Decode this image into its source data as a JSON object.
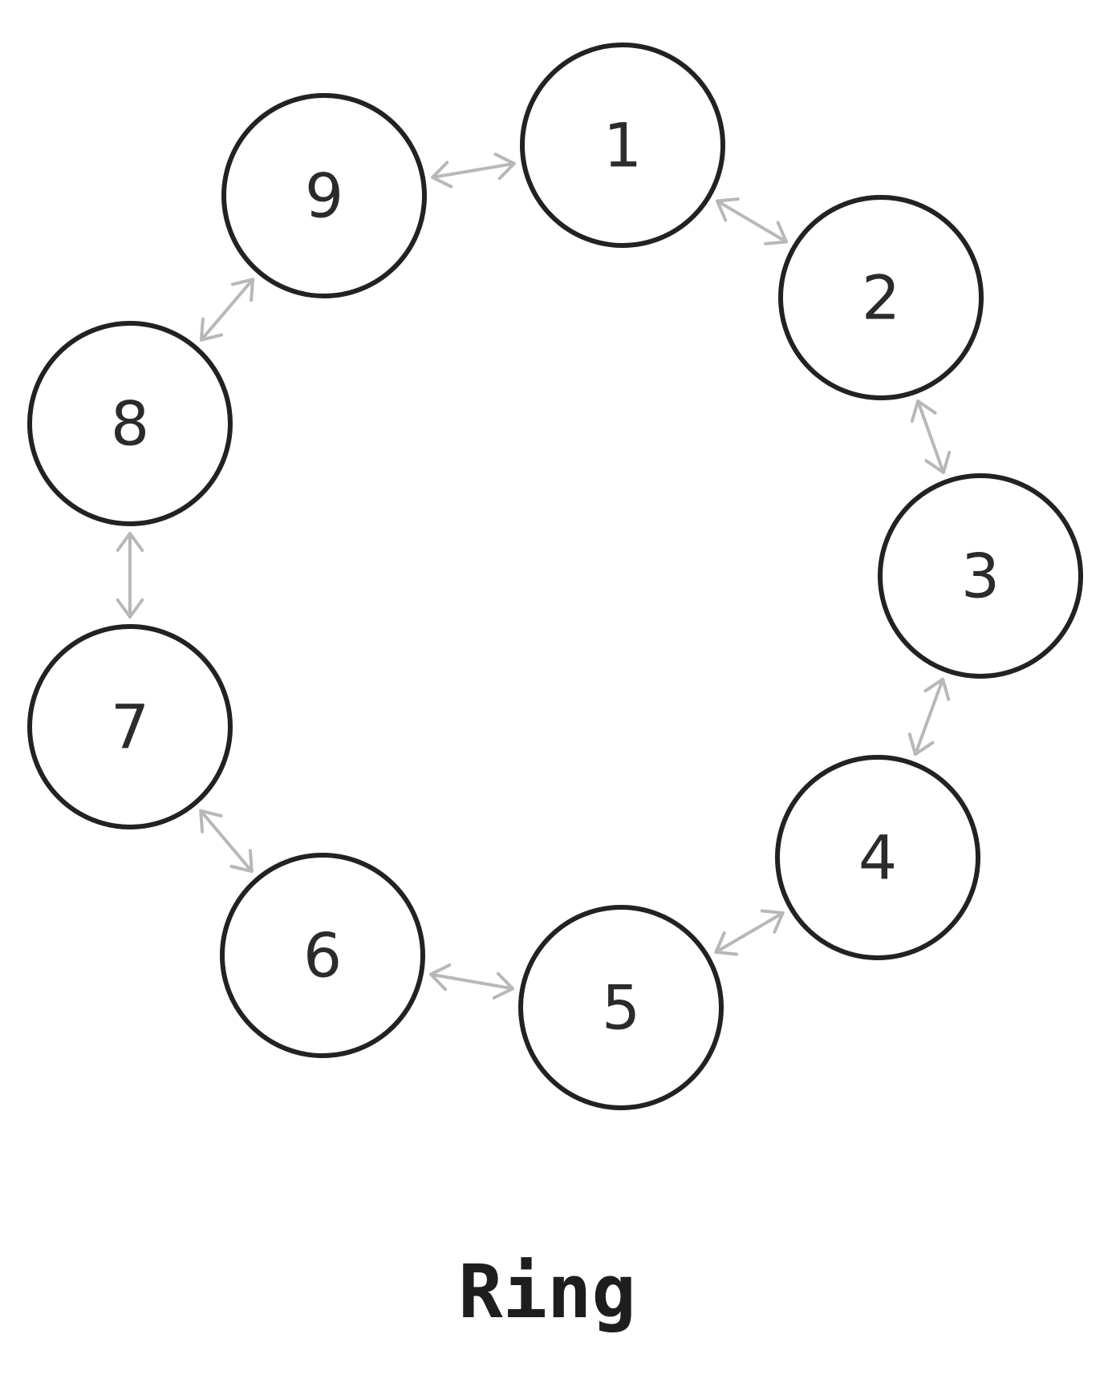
{
  "title": "Ring",
  "nodes": [
    "1",
    "2",
    "3",
    "4",
    "5",
    "6",
    "7",
    "8",
    "9"
  ],
  "edges": [
    {
      "from": "1",
      "to": "2",
      "bidirectional": true
    },
    {
      "from": "2",
      "to": "3",
      "bidirectional": true
    },
    {
      "from": "3",
      "to": "4",
      "bidirectional": true
    },
    {
      "from": "4",
      "to": "5",
      "bidirectional": true
    },
    {
      "from": "5",
      "to": "6",
      "bidirectional": true
    },
    {
      "from": "6",
      "to": "7",
      "bidirectional": true
    },
    {
      "from": "7",
      "to": "8",
      "bidirectional": true
    },
    {
      "from": "8",
      "to": "9",
      "bidirectional": true
    },
    {
      "from": "9",
      "to": "1",
      "bidirectional": true
    }
  ],
  "colors": {
    "node_stroke": "#222222",
    "edge": "#b8b8b8",
    "text": "#2b2b2b"
  }
}
